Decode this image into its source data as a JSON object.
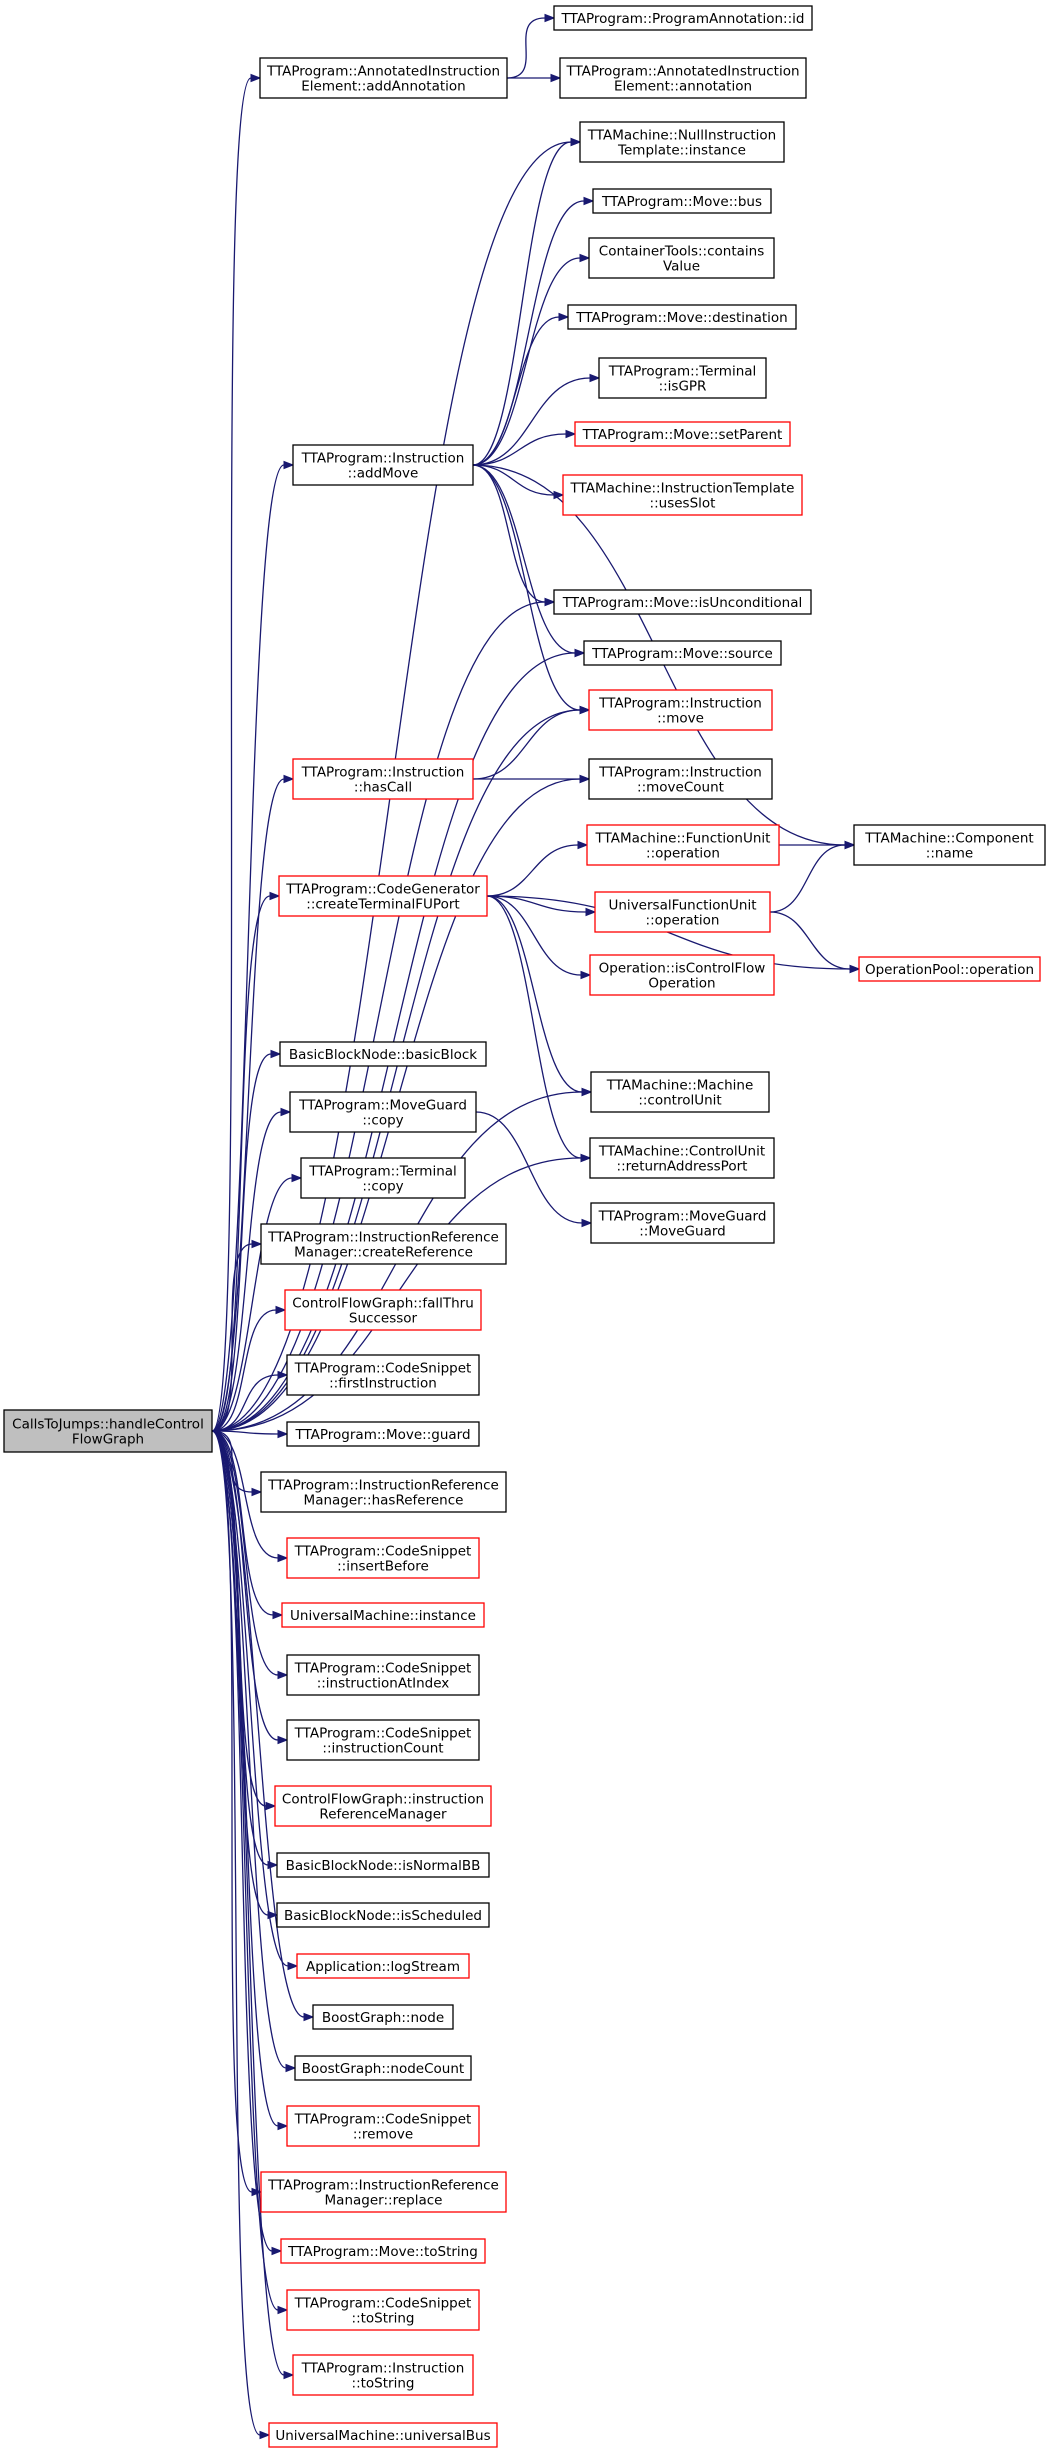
{
  "colors": {
    "edge": "#191970",
    "node_border_normal": "#000000",
    "node_border_truncated": "#ff0000",
    "node_fill_normal": "#ffffff",
    "node_fill_root": "#bfbfbf"
  },
  "nodes": [
    {
      "id": "root",
      "lines": [
        "CallsToJumps::handleControl",
        "FlowGraph"
      ],
      "style": "root"
    },
    {
      "id": "annot_add",
      "lines": [
        "TTAProgram::AnnotatedInstruction",
        "Element::addAnnotation"
      ],
      "style": "normal"
    },
    {
      "id": "pa_id",
      "lines": [
        "TTAProgram::ProgramAnnotation::id"
      ],
      "style": "normal"
    },
    {
      "id": "annot_ann",
      "lines": [
        "TTAProgram::AnnotatedInstruction",
        "Element::annotation"
      ],
      "style": "normal"
    },
    {
      "id": "null_inst",
      "lines": [
        "TTAMachine::NullInstruction",
        "Template::instance"
      ],
      "style": "normal"
    },
    {
      "id": "move_bus",
      "lines": [
        "TTAProgram::Move::bus"
      ],
      "style": "normal"
    },
    {
      "id": "contains",
      "lines": [
        "ContainerTools::contains",
        "Value"
      ],
      "style": "normal"
    },
    {
      "id": "move_dest",
      "lines": [
        "TTAProgram::Move::destination"
      ],
      "style": "normal"
    },
    {
      "id": "term_gpr",
      "lines": [
        "TTAProgram::Terminal",
        "::isGPR"
      ],
      "style": "normal"
    },
    {
      "id": "inst_addmove",
      "lines": [
        "TTAProgram::Instruction",
        "::addMove"
      ],
      "style": "normal"
    },
    {
      "id": "move_setparent",
      "lines": [
        "TTAProgram::Move::setParent"
      ],
      "style": "truncated"
    },
    {
      "id": "uses_slot",
      "lines": [
        "TTAMachine::InstructionTemplate",
        "::usesSlot"
      ],
      "style": "truncated"
    },
    {
      "id": "move_uncond",
      "lines": [
        "TTAProgram::Move::isUnconditional"
      ],
      "style": "normal"
    },
    {
      "id": "move_source",
      "lines": [
        "TTAProgram::Move::source"
      ],
      "style": "normal"
    },
    {
      "id": "inst_move",
      "lines": [
        "TTAProgram::Instruction",
        "::move"
      ],
      "style": "truncated"
    },
    {
      "id": "inst_hascall",
      "lines": [
        "TTAProgram::Instruction",
        "::hasCall"
      ],
      "style": "truncated"
    },
    {
      "id": "inst_movecount",
      "lines": [
        "TTAProgram::Instruction",
        "::moveCount"
      ],
      "style": "normal"
    },
    {
      "id": "fu_op",
      "lines": [
        "TTAMachine::FunctionUnit",
        "::operation"
      ],
      "style": "truncated"
    },
    {
      "id": "comp_name",
      "lines": [
        "TTAMachine::Component",
        "::name"
      ],
      "style": "normal"
    },
    {
      "id": "codegen",
      "lines": [
        "TTAProgram::CodeGenerator",
        "::createTerminalFUPort"
      ],
      "style": "truncated"
    },
    {
      "id": "ufu_op",
      "lines": [
        "UniversalFunctionUnit",
        "::operation"
      ],
      "style": "truncated"
    },
    {
      "id": "oppool_op",
      "lines": [
        "OperationPool::operation"
      ],
      "style": "truncated"
    },
    {
      "id": "op_iscf",
      "lines": [
        "Operation::isControlFlow",
        "Operation"
      ],
      "style": "truncated"
    },
    {
      "id": "bb_basicblock",
      "lines": [
        "BasicBlockNode::basicBlock"
      ],
      "style": "normal"
    },
    {
      "id": "machine_cu",
      "lines": [
        "TTAMachine::Machine",
        "::controlUnit"
      ],
      "style": "normal"
    },
    {
      "id": "mg_copy",
      "lines": [
        "TTAProgram::MoveGuard",
        "::copy"
      ],
      "style": "normal"
    },
    {
      "id": "cu_rap",
      "lines": [
        "TTAMachine::ControlUnit",
        "::returnAddressPort"
      ],
      "style": "normal"
    },
    {
      "id": "term_copy",
      "lines": [
        "TTAProgram::Terminal",
        "::copy"
      ],
      "style": "normal"
    },
    {
      "id": "mg_ctor",
      "lines": [
        "TTAProgram::MoveGuard",
        "::MoveGuard"
      ],
      "style": "normal"
    },
    {
      "id": "irm_create",
      "lines": [
        "TTAProgram::InstructionReference",
        "Manager::createReference"
      ],
      "style": "normal"
    },
    {
      "id": "cfg_fallthru",
      "lines": [
        "ControlFlowGraph::fallThru",
        "Successor"
      ],
      "style": "truncated"
    },
    {
      "id": "cs_first",
      "lines": [
        "TTAProgram::CodeSnippet",
        "::firstInstruction"
      ],
      "style": "normal"
    },
    {
      "id": "move_guard",
      "lines": [
        "TTAProgram::Move::guard"
      ],
      "style": "normal"
    },
    {
      "id": "irm_has",
      "lines": [
        "TTAProgram::InstructionReference",
        "Manager::hasReference"
      ],
      "style": "normal"
    },
    {
      "id": "cs_insertbefore",
      "lines": [
        "TTAProgram::CodeSnippet",
        "::insertBefore"
      ],
      "style": "truncated"
    },
    {
      "id": "um_instance",
      "lines": [
        "UniversalMachine::instance"
      ],
      "style": "truncated"
    },
    {
      "id": "cs_instatindex",
      "lines": [
        "TTAProgram::CodeSnippet",
        "::instructionAtIndex"
      ],
      "style": "normal"
    },
    {
      "id": "cs_instcount",
      "lines": [
        "TTAProgram::CodeSnippet",
        "::instructionCount"
      ],
      "style": "normal"
    },
    {
      "id": "cfg_irm",
      "lines": [
        "ControlFlowGraph::instruction",
        "ReferenceManager"
      ],
      "style": "truncated"
    },
    {
      "id": "bb_isnormal",
      "lines": [
        "BasicBlockNode::isNormalBB"
      ],
      "style": "normal"
    },
    {
      "id": "bb_isscheduled",
      "lines": [
        "BasicBlockNode::isScheduled"
      ],
      "style": "normal"
    },
    {
      "id": "app_logstream",
      "lines": [
        "Application::logStream"
      ],
      "style": "truncated"
    },
    {
      "id": "bg_node",
      "lines": [
        "BoostGraph::node"
      ],
      "style": "normal"
    },
    {
      "id": "bg_nodecount",
      "lines": [
        "BoostGraph::nodeCount"
      ],
      "style": "normal"
    },
    {
      "id": "cs_remove",
      "lines": [
        "TTAProgram::CodeSnippet",
        "::remove"
      ],
      "style": "truncated"
    },
    {
      "id": "irm_replace",
      "lines": [
        "TTAProgram::InstructionReference",
        "Manager::replace"
      ],
      "style": "truncated"
    },
    {
      "id": "move_tostring",
      "lines": [
        "TTAProgram::Move::toString"
      ],
      "style": "truncated"
    },
    {
      "id": "cs_tostring",
      "lines": [
        "TTAProgram::CodeSnippet",
        "::toString"
      ],
      "style": "truncated"
    },
    {
      "id": "inst_tostring",
      "lines": [
        "TTAProgram::Instruction",
        "::toString"
      ],
      "style": "truncated"
    },
    {
      "id": "um_ubus",
      "lines": [
        "UniversalMachine::universalBus"
      ],
      "style": "truncated"
    }
  ],
  "edges": [
    [
      "root",
      "annot_add"
    ],
    [
      "annot_add",
      "pa_id"
    ],
    [
      "annot_add",
      "annot_ann"
    ],
    [
      "root",
      "null_inst"
    ],
    [
      "root",
      "inst_addmove"
    ],
    [
      "inst_addmove",
      "null_inst"
    ],
    [
      "inst_addmove",
      "move_bus"
    ],
    [
      "inst_addmove",
      "contains"
    ],
    [
      "inst_addmove",
      "move_dest"
    ],
    [
      "inst_addmove",
      "term_gpr"
    ],
    [
      "inst_addmove",
      "move_setparent"
    ],
    [
      "inst_addmove",
      "uses_slot"
    ],
    [
      "inst_addmove",
      "comp_name"
    ],
    [
      "inst_addmove",
      "move_uncond"
    ],
    [
      "inst_addmove",
      "move_source"
    ],
    [
      "inst_addmove",
      "inst_move"
    ],
    [
      "root",
      "move_uncond"
    ],
    [
      "root",
      "move_source"
    ],
    [
      "root",
      "inst_move"
    ],
    [
      "root",
      "inst_hascall"
    ],
    [
      "inst_hascall",
      "inst_move"
    ],
    [
      "inst_hascall",
      "inst_movecount"
    ],
    [
      "root",
      "inst_movecount"
    ],
    [
      "root",
      "codegen"
    ],
    [
      "codegen",
      "fu_op"
    ],
    [
      "codegen",
      "ufu_op"
    ],
    [
      "codegen",
      "op_iscf"
    ],
    [
      "codegen",
      "oppool_op"
    ],
    [
      "codegen",
      "machine_cu"
    ],
    [
      "codegen",
      "cu_rap"
    ],
    [
      "fu_op",
      "comp_name"
    ],
    [
      "ufu_op",
      "comp_name"
    ],
    [
      "ufu_op",
      "oppool_op"
    ],
    [
      "root",
      "machine_cu"
    ],
    [
      "root",
      "cu_rap"
    ],
    [
      "root",
      "bb_basicblock"
    ],
    [
      "root",
      "mg_copy"
    ],
    [
      "mg_copy",
      "mg_ctor"
    ],
    [
      "root",
      "term_copy"
    ],
    [
      "root",
      "irm_create"
    ],
    [
      "root",
      "cfg_fallthru"
    ],
    [
      "root",
      "cs_first"
    ],
    [
      "root",
      "move_guard"
    ],
    [
      "root",
      "irm_has"
    ],
    [
      "root",
      "cs_insertbefore"
    ],
    [
      "root",
      "um_instance"
    ],
    [
      "root",
      "cs_instatindex"
    ],
    [
      "root",
      "cs_instcount"
    ],
    [
      "root",
      "cfg_irm"
    ],
    [
      "root",
      "bb_isnormal"
    ],
    [
      "root",
      "bb_isscheduled"
    ],
    [
      "root",
      "app_logstream"
    ],
    [
      "root",
      "bg_node"
    ],
    [
      "root",
      "bg_nodecount"
    ],
    [
      "root",
      "cs_remove"
    ],
    [
      "root",
      "irm_replace"
    ],
    [
      "root",
      "move_tostring"
    ],
    [
      "root",
      "cs_tostring"
    ],
    [
      "root",
      "inst_tostring"
    ],
    [
      "root",
      "um_ubus"
    ]
  ]
}
